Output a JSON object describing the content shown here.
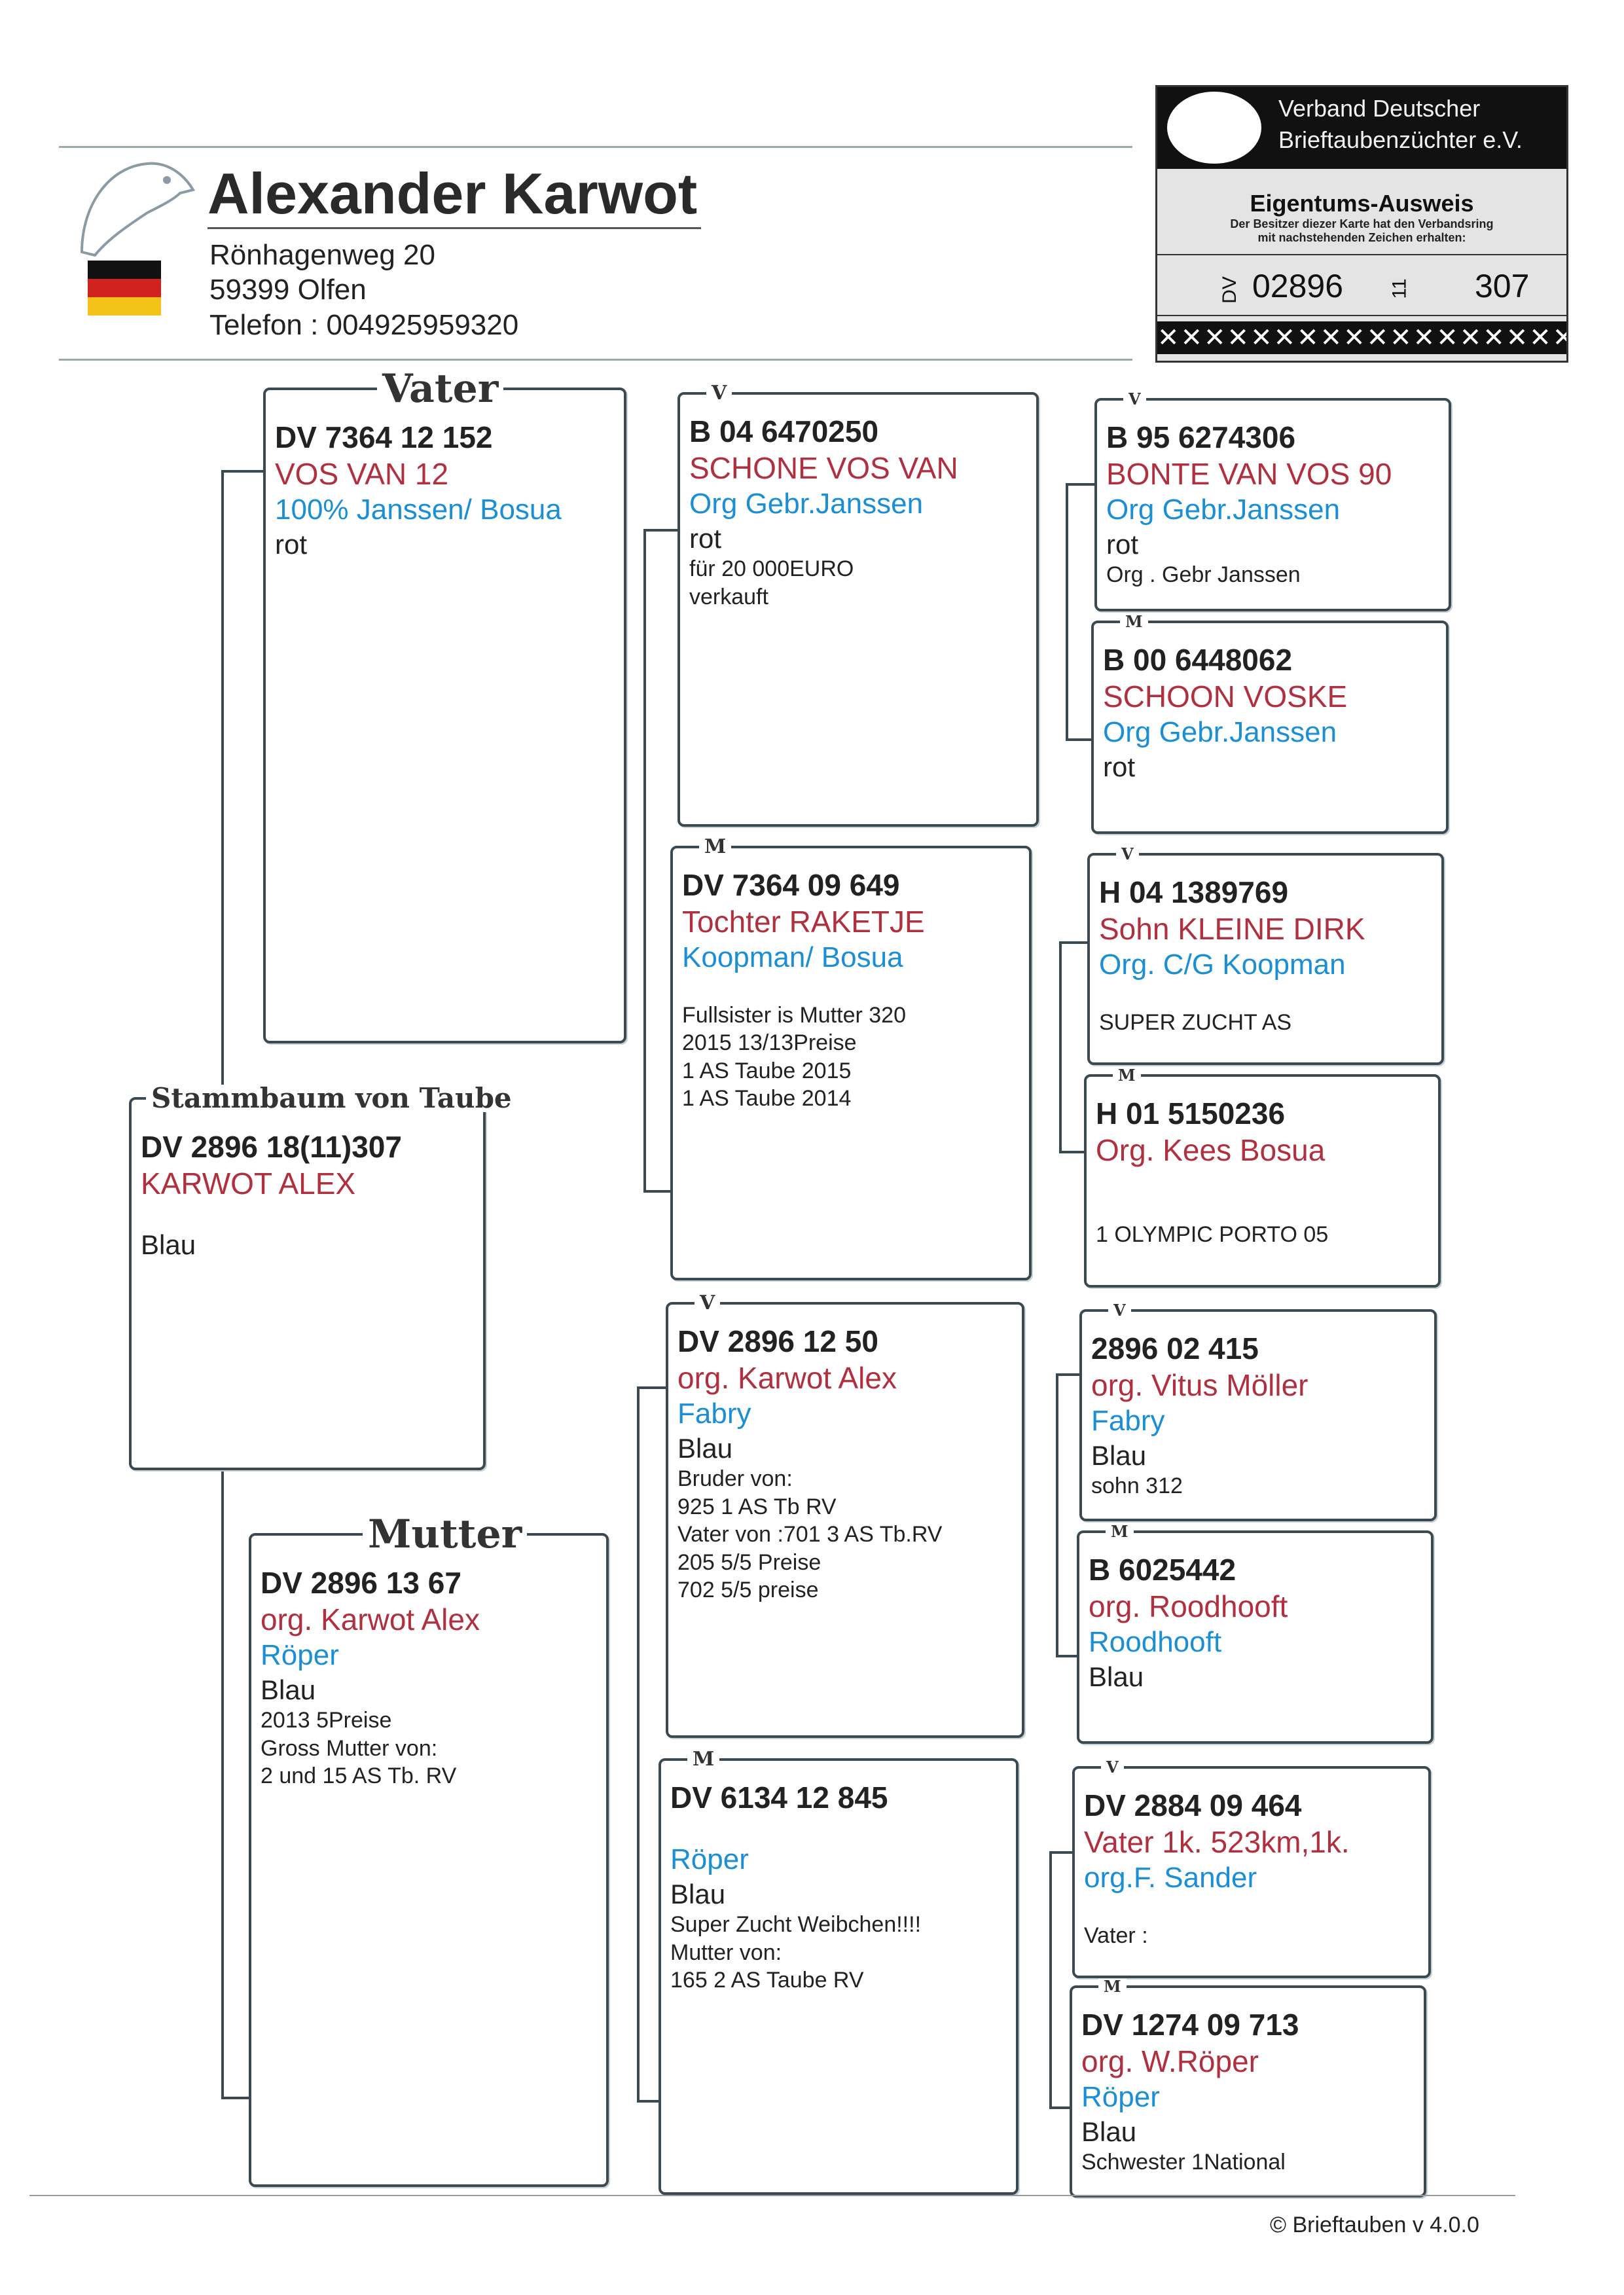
{
  "owner": {
    "name": "Alexander Karwot",
    "street": "Rönhagenweg 20",
    "city": "59399 Olfen",
    "phone": "Telefon : 004925959320"
  },
  "card": {
    "org_line1": "Verband Deutscher",
    "org_line2": "Brieftaubenzüchter e.V.",
    "title": "Eigentums-Ausweis",
    "text_line1": "Der Besitzer diezer Karte hat den Verbandsring",
    "text_line2": "mit nachstehenden Zeichen erhalten:",
    "ring_prefix": "DV",
    "ring_club": "02896",
    "ring_year": "11",
    "ring_number": "307"
  },
  "labels": {
    "subject": "Stammbaum von Taube",
    "father": "Vater",
    "mother": "Mutter",
    "v": "V",
    "m": "M"
  },
  "subject": {
    "lines": [
      [
        "ring",
        "DV 2896 18(11)307"
      ],
      [
        "name",
        "KARWOT ALEX"
      ],
      [
        "gap",
        ""
      ],
      [
        "col",
        "Blau"
      ]
    ]
  },
  "father": {
    "lines": [
      [
        "ring",
        "DV 7364 12 152"
      ],
      [
        "name",
        "VOS VAN 12"
      ],
      [
        "line",
        "100% Janssen/ Bosua"
      ],
      [
        "col",
        "rot"
      ]
    ]
  },
  "mother": {
    "lines": [
      [
        "ring",
        "DV 2896 13 67"
      ],
      [
        "name",
        "org. Karwot Alex"
      ],
      [
        "line",
        "Röper"
      ],
      [
        "col",
        "Blau"
      ],
      [
        "note",
        "2013 5Preise"
      ],
      [
        "note",
        "Gross Mutter von:"
      ],
      [
        "note",
        "2 und 15 AS Tb. RV"
      ]
    ]
  },
  "ff": {
    "lines": [
      [
        "ring",
        "B 04 6470250"
      ],
      [
        "name",
        "SCHONE VOS VAN"
      ],
      [
        "line",
        "Org Gebr.Janssen"
      ],
      [
        "col",
        "rot"
      ],
      [
        "note",
        "für 20 000EURO"
      ],
      [
        "note",
        "verkauft"
      ]
    ]
  },
  "fm": {
    "lines": [
      [
        "ring",
        "DV 7364 09 649"
      ],
      [
        "name",
        "Tochter  RAKETJE"
      ],
      [
        "line",
        "Koopman/ Bosua"
      ],
      [
        "gap",
        ""
      ],
      [
        "note",
        "Fullsister is Mutter 320"
      ],
      [
        "note",
        "2015  13/13Preise"
      ],
      [
        "note",
        "1 AS Taube 2015"
      ],
      [
        "note",
        "1 AS Taube 2014"
      ]
    ]
  },
  "mf": {
    "lines": [
      [
        "ring",
        "DV 2896 12 50"
      ],
      [
        "name",
        "org. Karwot Alex"
      ],
      [
        "line",
        "Fabry"
      ],
      [
        "col",
        "Blau"
      ],
      [
        "note",
        "Bruder von:"
      ],
      [
        "note",
        "925 1 AS Tb RV"
      ],
      [
        "note",
        "Vater von :701 3 AS Tb.RV"
      ],
      [
        "note",
        "205 5/5 Preise"
      ],
      [
        "note",
        "702 5/5 preise"
      ]
    ]
  },
  "mm": {
    "lines": [
      [
        "ring",
        "DV 6134 12 845"
      ],
      [
        "gap",
        ""
      ],
      [
        "line",
        "Röper"
      ],
      [
        "col",
        "Blau"
      ],
      [
        "note",
        "Super Zucht Weibchen!!!!"
      ],
      [
        "note",
        "Mutter  von:"
      ],
      [
        "note",
        "165 2 AS Taube RV"
      ]
    ]
  },
  "fff": {
    "lines": [
      [
        "ring",
        "B 95 6274306"
      ],
      [
        "name",
        "BONTE VAN VOS 90"
      ],
      [
        "line",
        "Org Gebr.Janssen"
      ],
      [
        "col",
        "rot"
      ],
      [
        "note",
        "Org . Gebr Janssen"
      ]
    ]
  },
  "ffm": {
    "lines": [
      [
        "ring",
        "B 00 6448062"
      ],
      [
        "name",
        "SCHOON VOSKE"
      ],
      [
        "line",
        "Org Gebr.Janssen"
      ],
      [
        "col",
        "rot"
      ]
    ]
  },
  "fmf": {
    "lines": [
      [
        "ring",
        "H 04 1389769"
      ],
      [
        "name",
        "Sohn  KLEINE DIRK"
      ],
      [
        "line",
        "Org. C/G  Koopman"
      ],
      [
        "gap",
        ""
      ],
      [
        "note",
        "SUPER ZUCHT AS"
      ]
    ]
  },
  "fmm": {
    "lines": [
      [
        "ring",
        "H 01 5150236"
      ],
      [
        "name",
        "Org. Kees Bosua"
      ],
      [
        "gap",
        ""
      ],
      [
        "gap",
        ""
      ],
      [
        "note",
        "1 OLYMPIC  PORTO  05"
      ]
    ]
  },
  "mff": {
    "lines": [
      [
        "ring",
        "2896 02 415"
      ],
      [
        "name",
        "org. Vitus Möller"
      ],
      [
        "line",
        "Fabry"
      ],
      [
        "col",
        "Blau"
      ],
      [
        "note",
        "sohn 312"
      ]
    ]
  },
  "mfm": {
    "lines": [
      [
        "ring",
        "B 6025442"
      ],
      [
        "name",
        "org. Roodhooft"
      ],
      [
        "line",
        "Roodhooft"
      ],
      [
        "col",
        "Blau"
      ]
    ]
  },
  "mmf": {
    "lines": [
      [
        "ring",
        "DV 2884 09 464"
      ],
      [
        "name",
        "Vater 1k. 523km,1k."
      ],
      [
        "line",
        "org.F. Sander"
      ],
      [
        "gap",
        ""
      ],
      [
        "note",
        "Vater :"
      ]
    ]
  },
  "mmm": {
    "lines": [
      [
        "ring",
        "DV 1274 09 713"
      ],
      [
        "name",
        "org. W.Röper"
      ],
      [
        "line",
        "Röper"
      ],
      [
        "col",
        "Blau"
      ],
      [
        "note",
        "Schwester 1National"
      ]
    ]
  },
  "footer": {
    "copyright": "© Brieftauben v 4.0.0"
  },
  "colors": {
    "name": "#b0303f",
    "line": "#1b8fd6",
    "border": "#3b4a52"
  }
}
